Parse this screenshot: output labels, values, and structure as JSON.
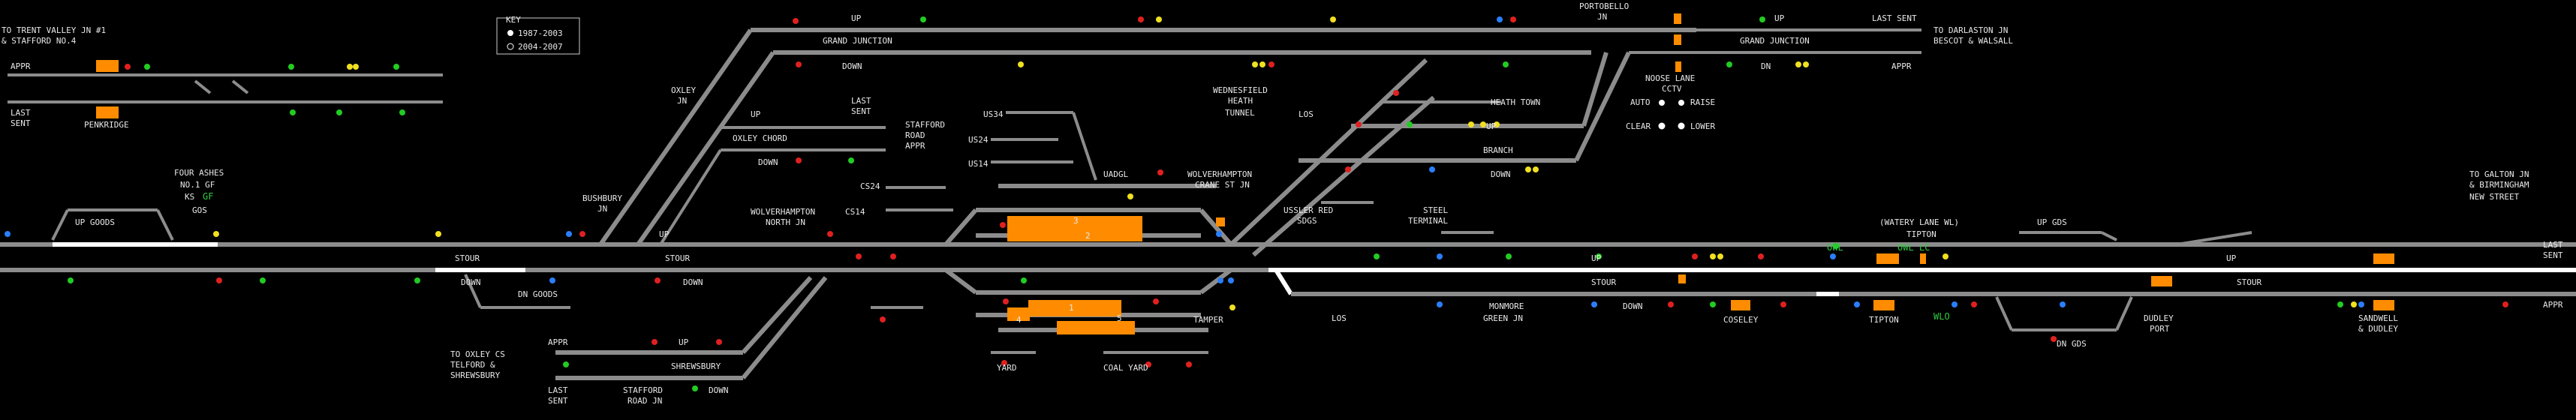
{
  "key": {
    "title": "KEY",
    "items": [
      "1987-2003",
      "2004-2007"
    ]
  },
  "labels": {
    "trent_valley": [
      "TO TRENT VALLEY JN #1",
      "& STAFFORD NO.4"
    ],
    "appr_left": "APPR",
    "last_sent_left": [
      "LAST",
      "SENT"
    ],
    "penkridge": "PENKRIDGE",
    "four_ashes": [
      "FOUR ASHES",
      "NO.1 GF",
      "GOS"
    ],
    "up_goods_left": "UP GOODS",
    "stour_left": "STOUR",
    "down_left": "DOWN",
    "dn_goods": "DN GOODS",
    "oxley_cs": [
      "TO OXLEY CS",
      "TELFORD &",
      "SHREWSBURY"
    ],
    "appr_oxley": "APPR",
    "last_sent_oxley": [
      "LAST",
      "SENT"
    ],
    "stafford_road_jn": [
      "STAFFORD",
      "ROAD JN"
    ],
    "down_bottom": "DOWN",
    "up_bottom": "UP",
    "shrewsbury": "SHREWSBURY",
    "bushbury": [
      "BUSHBURY",
      "JN"
    ],
    "oxley_jn": [
      "OXLEY",
      "JN"
    ],
    "up_oxley": "UP",
    "oxley_chord": "OXLEY CHORD",
    "down_oxley": "DOWN",
    "last_sent_oxley2": [
      "LAST",
      "SENT"
    ],
    "stafford_road_appr": [
      "STAFFORD",
      "ROAD",
      "APPR"
    ],
    "wolverhampton_north": [
      "WOLVERHAMPTON",
      "NORTH JN"
    ],
    "stour_mid": "STOUR",
    "up_mid": "UP",
    "down_mid": "DOWN",
    "grand_junction": "GRAND JUNCTION",
    "down_gj": "DOWN",
    "up_gj": "UP",
    "us14": "US14",
    "us24": "US24",
    "us34": "US34",
    "cs24": "CS24",
    "cs14": "CS14",
    "uadgl": "UADGL",
    "wolverhampton_crane": [
      "WOLVERHAMPTON",
      "CRANE ST JN"
    ],
    "wednesfield": [
      "WEDNESFIELD",
      "HEATH",
      "TUNNEL"
    ],
    "los_top": "LOS",
    "heath_town": "HEATH TOWN",
    "up_branch": "UP",
    "branch": "BRANCH",
    "down_branch": "DOWN",
    "yard": "YARD",
    "coal_yard": "COAL YARD",
    "tamper": "TAMPER",
    "bay1": "1",
    "bay2": "2",
    "bay3": "3",
    "bay4": "4",
    "bay5": "5",
    "portobello": [
      "PORTOBELLO",
      "JN"
    ],
    "grand_junction_right": "GRAND JUNCTION",
    "up_right": "UP",
    "last_sent_right": "LAST SENT",
    "darlaston": [
      "TO DARLASTON JN",
      "BESCOT & WALSALL"
    ],
    "dn_right": "DN",
    "appr_right": "APPR",
    "noose_lane": [
      "NOOSE LANE",
      "CCTV"
    ],
    "auto": "AUTO",
    "raise": "RAISE",
    "clear": "CLEAR",
    "lower": "LOWER",
    "ussler_road": [
      "USSLER RED",
      "SDGS"
    ],
    "steel_terminal": [
      "STEEL",
      "TERMINAL"
    ],
    "los_bottom": "LOS",
    "monmore": [
      "MONMORE",
      "GREEN JN"
    ],
    "stour_right": "STOUR",
    "down_right": "DOWN",
    "up_right_main": "UP",
    "owl_top": "OWL",
    "owl_lc": "OWL LC",
    "watery_lane": "(WATERY LANE WL)",
    "tipton_top": "TIPTON",
    "coseley": "COSELEY",
    "tipton": "TIPTON",
    "up_gds": "UP GDS",
    "dn_gds": "DN GDS",
    "dudley_port": [
      "DUDLEY",
      "PORT"
    ],
    "sandwell": [
      "SANDWELL",
      "& DUDLEY"
    ],
    "stour_far": "STOUR",
    "up_far": "UP",
    "galton": [
      "TO GALTON JN",
      "& BIRMINGHAM",
      "NEW STREET"
    ],
    "last_sent_far": [
      "LAST",
      "SENT"
    ],
    "appr_far": "APPR",
    "ks_key": "KS",
    "gf_key": "GF",
    "wl_key": "WLO"
  }
}
